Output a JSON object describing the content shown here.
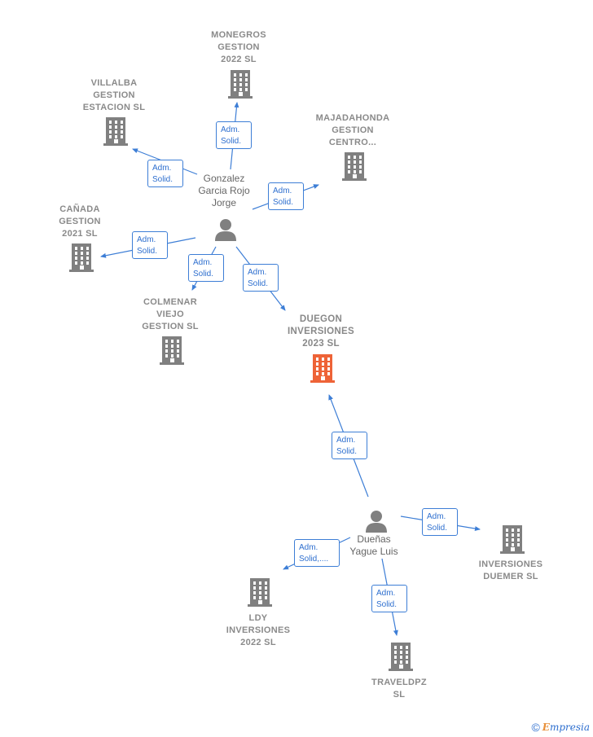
{
  "colors": {
    "edge": "#3d7ed6",
    "building": "#808080",
    "building_focus": "#ee6337",
    "person": "#808080"
  },
  "persons": [
    {
      "id": "p1",
      "label": "Gonzalez\nGarcia Rojo\nJorge",
      "icon": "person-icon"
    },
    {
      "id": "p2",
      "label": "Dueñas\nYague Luis",
      "icon": "person-icon"
    }
  ],
  "companies": [
    {
      "id": "c_monegros",
      "label": "MONEGROS\nGESTION\n2022  SL",
      "focus": false,
      "icon": "building-icon"
    },
    {
      "id": "c_villalba",
      "label": "VILLALBA\nGESTION\nESTACION  SL",
      "focus": false,
      "icon": "building-icon"
    },
    {
      "id": "c_majadahonda",
      "label": "MAJADAHONDA\nGESTION\nCENTRO...",
      "focus": false,
      "icon": "building-icon"
    },
    {
      "id": "c_canada",
      "label": "CAÑADA\nGESTION\n2021  SL",
      "focus": false,
      "icon": "building-icon"
    },
    {
      "id": "c_colmenar",
      "label": "COLMENAR\nVIEJO\nGESTION  SL",
      "focus": false,
      "icon": "building-icon"
    },
    {
      "id": "c_duegon",
      "label": "DUEGON\nINVERSIONES\n2023  SL",
      "focus": true,
      "icon": "building-icon"
    },
    {
      "id": "c_duemer",
      "label": "INVERSIONES\nDUEMER  SL",
      "focus": false,
      "icon": "building-icon"
    },
    {
      "id": "c_ldy",
      "label": "LDY\nINVERSIONES\n2022  SL",
      "focus": false,
      "icon": "building-icon"
    },
    {
      "id": "c_traveldpz",
      "label": "TRAVELDPZ\nSL",
      "focus": false,
      "icon": "building-icon"
    }
  ],
  "edges": [
    {
      "from": "p1",
      "to": "c_monegros",
      "label": "Adm.\nSolid."
    },
    {
      "from": "p1",
      "to": "c_villalba",
      "label": "Adm.\nSolid."
    },
    {
      "from": "p1",
      "to": "c_majadahonda",
      "label": "Adm.\nSolid."
    },
    {
      "from": "p1",
      "to": "c_canada",
      "label": "Adm.\nSolid."
    },
    {
      "from": "p1",
      "to": "c_colmenar",
      "label": "Adm.\nSolid."
    },
    {
      "from": "p1",
      "to": "c_duegon",
      "label": "Adm.\nSolid."
    },
    {
      "from": "p2",
      "to": "c_duegon",
      "label": "Adm.\nSolid."
    },
    {
      "from": "p2",
      "to": "c_duemer",
      "label": "Adm.\nSolid."
    },
    {
      "from": "p2",
      "to": "c_ldy",
      "label": "Adm.\nSolid,...."
    },
    {
      "from": "p2",
      "to": "c_traveldpz",
      "label": "Adm.\nSolid."
    }
  ],
  "footer": {
    "copyright": "©",
    "brand_initial": "E",
    "brand_rest": "mpresia"
  }
}
